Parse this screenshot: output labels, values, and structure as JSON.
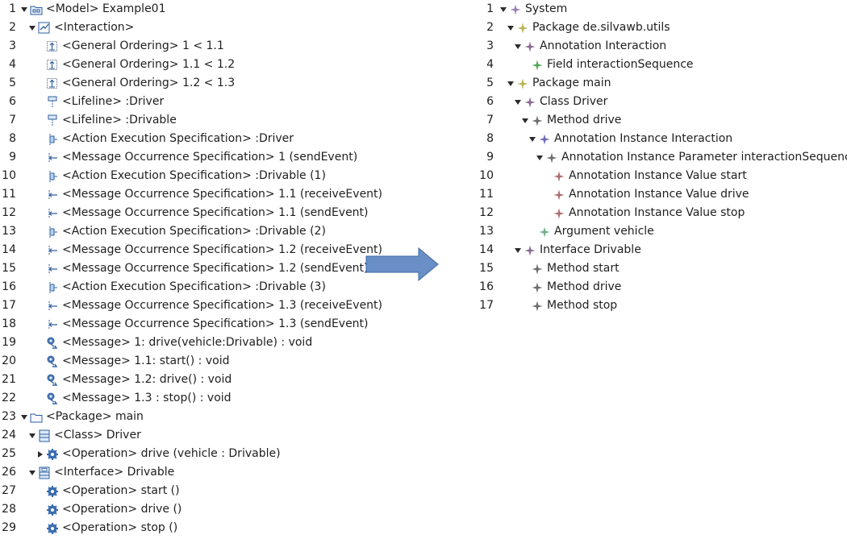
{
  "left_tree": [
    {
      "n": "1",
      "depth": 0,
      "twisty": "expanded",
      "icon": "model-icon",
      "label": "<Model> Example01"
    },
    {
      "n": "2",
      "depth": 1,
      "twisty": "expanded",
      "icon": "interaction-icon",
      "label": "<Interaction>"
    },
    {
      "n": "3",
      "depth": 2,
      "twisty": "none",
      "icon": "general-ordering-icon",
      "label": "<General Ordering> 1 < 1.1"
    },
    {
      "n": "4",
      "depth": 2,
      "twisty": "none",
      "icon": "general-ordering-icon",
      "label": "<General Ordering> 1.1 < 1.2"
    },
    {
      "n": "5",
      "depth": 2,
      "twisty": "none",
      "icon": "general-ordering-icon",
      "label": "<General Ordering> 1.2 < 1.3"
    },
    {
      "n": "6",
      "depth": 2,
      "twisty": "none",
      "icon": "lifeline-icon",
      "label": "<Lifeline> :Driver"
    },
    {
      "n": "7",
      "depth": 2,
      "twisty": "none",
      "icon": "lifeline-icon",
      "label": "<Lifeline> :Drivable"
    },
    {
      "n": "8",
      "depth": 2,
      "twisty": "none",
      "icon": "action-execution-icon",
      "label": "<Action Execution Specification> :Driver"
    },
    {
      "n": "9",
      "depth": 2,
      "twisty": "none",
      "icon": "message-occurrence-icon",
      "label": "<Message Occurrence Specification> 1 (sendEvent)"
    },
    {
      "n": "10",
      "depth": 2,
      "twisty": "none",
      "icon": "action-execution-icon",
      "label": "<Action Execution Specification> :Drivable (1)"
    },
    {
      "n": "11",
      "depth": 2,
      "twisty": "none",
      "icon": "message-occurrence-icon",
      "label": "<Message Occurrence Specification> 1.1 (receiveEvent)"
    },
    {
      "n": "12",
      "depth": 2,
      "twisty": "none",
      "icon": "message-occurrence-icon",
      "label": "<Message Occurrence Specification> 1.1 (sendEvent)"
    },
    {
      "n": "13",
      "depth": 2,
      "twisty": "none",
      "icon": "action-execution-icon",
      "label": "<Action Execution Specification> :Drivable (2)"
    },
    {
      "n": "14",
      "depth": 2,
      "twisty": "none",
      "icon": "message-occurrence-icon",
      "label": "<Message Occurrence Specification> 1.2 (receiveEvent)"
    },
    {
      "n": "15",
      "depth": 2,
      "twisty": "none",
      "icon": "message-occurrence-icon",
      "label": "<Message Occurrence Specification> 1.2 (sendEvent)"
    },
    {
      "n": "16",
      "depth": 2,
      "twisty": "none",
      "icon": "action-execution-icon",
      "label": "<Action Execution Specification> :Drivable (3)"
    },
    {
      "n": "17",
      "depth": 2,
      "twisty": "none",
      "icon": "message-occurrence-icon",
      "label": "<Message Occurrence Specification> 1.3 (receiveEvent)"
    },
    {
      "n": "18",
      "depth": 2,
      "twisty": "none",
      "icon": "message-occurrence-icon",
      "label": "<Message Occurrence Specification> 1.3 (sendEvent)"
    },
    {
      "n": "19",
      "depth": 2,
      "twisty": "none",
      "icon": "message-icon",
      "label": "<Message> 1: drive(vehicle:Drivable) : void"
    },
    {
      "n": "20",
      "depth": 2,
      "twisty": "none",
      "icon": "message-icon",
      "label": "<Message> 1.1: start() : void"
    },
    {
      "n": "21",
      "depth": 2,
      "twisty": "none",
      "icon": "message-icon",
      "label": "<Message> 1.2: drive() : void"
    },
    {
      "n": "22",
      "depth": 2,
      "twisty": "none",
      "icon": "message-icon",
      "label": "<Message> 1.3 : stop() : void"
    },
    {
      "n": "23",
      "depth": 0,
      "twisty": "expanded",
      "icon": "package-icon",
      "label": "<Package> main"
    },
    {
      "n": "24",
      "depth": 1,
      "twisty": "expanded",
      "icon": "class-icon",
      "label": "<Class> Driver"
    },
    {
      "n": "25",
      "depth": 2,
      "twisty": "collapsed",
      "icon": "operation-icon",
      "label": "<Operation> drive (vehicle : Drivable)"
    },
    {
      "n": "26",
      "depth": 1,
      "twisty": "expanded",
      "icon": "interface-icon",
      "label": "<Interface> Drivable"
    },
    {
      "n": "27",
      "depth": 2,
      "twisty": "none",
      "icon": "operation-icon",
      "label": "<Operation> start ()"
    },
    {
      "n": "28",
      "depth": 2,
      "twisty": "none",
      "icon": "operation-icon",
      "label": "<Operation> drive ()"
    },
    {
      "n": "29",
      "depth": 2,
      "twisty": "none",
      "icon": "operation-icon",
      "label": "<Operation> stop ()"
    }
  ],
  "right_tree": [
    {
      "n": "1",
      "depth": 0,
      "twisty": "expanded",
      "icon": "sparkle-icon",
      "color": "#9b7fb8",
      "label": "System"
    },
    {
      "n": "2",
      "depth": 1,
      "twisty": "expanded",
      "icon": "sparkle-icon",
      "color": "#b7b45a",
      "label": "Package de.silvawb.utils"
    },
    {
      "n": "3",
      "depth": 2,
      "twisty": "expanded",
      "icon": "sparkle-icon",
      "color": "#8a6a96",
      "label": "Annotation Interaction"
    },
    {
      "n": "4",
      "depth": 3,
      "twisty": "none",
      "icon": "sparkle-icon",
      "color": "#4fa85a",
      "label": "Field interactionSequence"
    },
    {
      "n": "5",
      "depth": 1,
      "twisty": "expanded",
      "icon": "sparkle-icon",
      "color": "#b7b45a",
      "label": "Package main"
    },
    {
      "n": "6",
      "depth": 2,
      "twisty": "expanded",
      "icon": "sparkle-icon",
      "color": "#8a6a96",
      "label": "Class Driver"
    },
    {
      "n": "7",
      "depth": 3,
      "twisty": "expanded",
      "icon": "sparkle-icon",
      "color": "#6e6e6e",
      "label": "Method drive"
    },
    {
      "n": "8",
      "depth": 4,
      "twisty": "expanded",
      "icon": "sparkle-icon",
      "color": "#6a6ab8",
      "label": "Annotation Instance Interaction"
    },
    {
      "n": "9",
      "depth": 5,
      "twisty": "expanded",
      "icon": "sparkle-icon",
      "color": "#707070",
      "label": "Annotation Instance Parameter interactionSequence"
    },
    {
      "n": "10",
      "depth": 6,
      "twisty": "none",
      "icon": "sparkle-icon",
      "color": "#b07070",
      "label": "Annotation Instance Value start"
    },
    {
      "n": "11",
      "depth": 6,
      "twisty": "none",
      "icon": "sparkle-icon",
      "color": "#b07070",
      "label": "Annotation Instance Value drive"
    },
    {
      "n": "12",
      "depth": 6,
      "twisty": "none",
      "icon": "sparkle-icon",
      "color": "#b07070",
      "label": "Annotation Instance Value stop"
    },
    {
      "n": "13",
      "depth": 4,
      "twisty": "none",
      "icon": "sparkle-icon",
      "color": "#6fb08a",
      "label": "Argument vehicle"
    },
    {
      "n": "14",
      "depth": 2,
      "twisty": "expanded",
      "icon": "sparkle-icon",
      "color": "#8a6a96",
      "label": "Interface Drivable"
    },
    {
      "n": "15",
      "depth": 3,
      "twisty": "none",
      "icon": "sparkle-icon",
      "color": "#6e6e6e",
      "label": "Method start"
    },
    {
      "n": "16",
      "depth": 3,
      "twisty": "none",
      "icon": "sparkle-icon",
      "color": "#6e6e6e",
      "label": "Method drive"
    },
    {
      "n": "17",
      "depth": 3,
      "twisty": "none",
      "icon": "sparkle-icon",
      "color": "#6e6e6e",
      "label": "Method stop"
    }
  ],
  "arrow": {
    "direction": "right",
    "color": "#6a8fc6",
    "stroke": "#3e6aa6"
  }
}
